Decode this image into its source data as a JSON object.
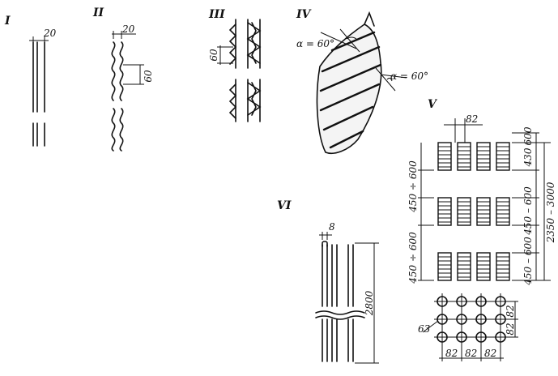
{
  "labels": {
    "fig1": "I",
    "fig2": "II",
    "fig3": "III",
    "fig4": "IV",
    "fig5": "V",
    "fig6": "VI"
  },
  "dims": {
    "f1_gap": "20",
    "f2_gap": "20",
    "f2_pitch": "60",
    "f3_pitch": "60",
    "f4_angle_a": "α = 60°",
    "f4_angle_b": "α = 60°",
    "f5_pitch_top": "82",
    "f5_top": "600",
    "f5_row1": "430",
    "f5_gap1": "450 ÷ 600",
    "f5_mid": "450 – 600",
    "f5_overall": "2350 – 3000",
    "f5_gap2": "450 ÷ 600",
    "f5_row3": "450 – 600",
    "f5_d": "63",
    "f5_pitch_v1": "82",
    "f5_pitch_v2": "82",
    "f5_pitch_h1": "82",
    "f5_pitch_h2": "82",
    "f5_pitch_h3": "82",
    "f6_gap": "8",
    "f6_height": "2800"
  }
}
